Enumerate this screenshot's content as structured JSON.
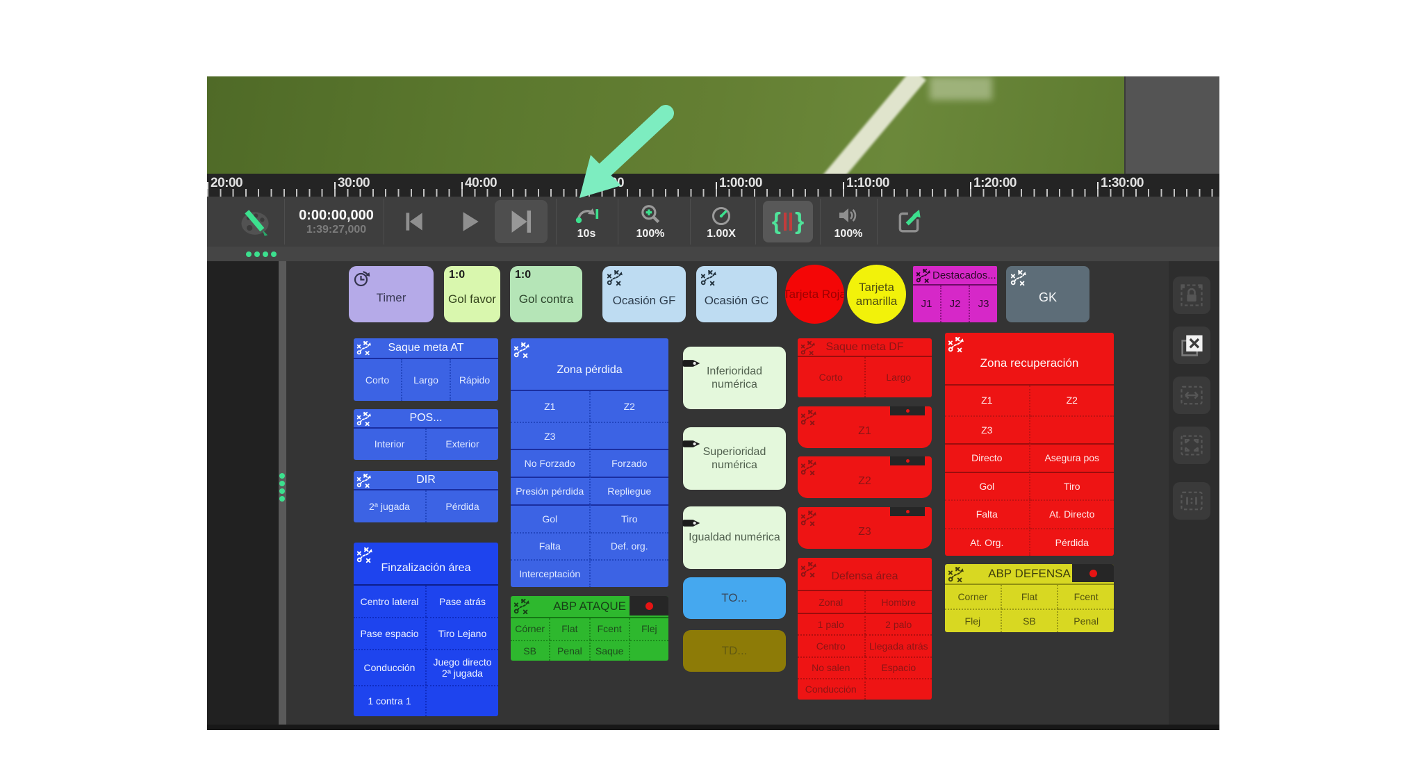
{
  "timeline": {
    "labels": [
      "20:00",
      "30:00",
      "40:00",
      "50:00",
      "1:00:00",
      "1:10:00",
      "1:20:00",
      "1:30:00"
    ]
  },
  "toolbar": {
    "current_time": "0:00:00,000",
    "duration": "1:39:27,000",
    "jump_label": "10s",
    "zoom_label": "100%",
    "speed_label": "1.00X",
    "volume_label": "100%"
  },
  "top_row": {
    "timer": {
      "label": "Timer"
    },
    "gol_favor": {
      "score": "1:0",
      "label": "Gol favor"
    },
    "gol_contra": {
      "score": "1:0",
      "label": "Gol contra"
    },
    "ocasion_gf": {
      "label": "Ocasión GF"
    },
    "ocasion_gc": {
      "label": "Ocasión GC"
    },
    "tarjeta_roja": {
      "label": "Tarjeta Roja"
    },
    "tarjeta_amarilla": {
      "label": "Tarjeta amarilla"
    },
    "destacados": {
      "title": "Destacados...",
      "cells": [
        "J1",
        "J2",
        "J3"
      ]
    },
    "gk": {
      "label": "GK"
    }
  },
  "panels": {
    "saque_meta_at": {
      "title": "Saque meta AT",
      "cells": [
        "Corto",
        "Largo",
        "Rápido"
      ]
    },
    "pos": {
      "title": "POS...",
      "cells": [
        "Interior",
        "Exterior"
      ]
    },
    "dir": {
      "title": "DIR",
      "cells": [
        "2ª jugada",
        "Pérdida"
      ]
    },
    "finzalizacion_area": {
      "title": "Finzalización área",
      "cells": [
        "Centro lateral",
        "Pase atrás",
        "Pase espacio",
        "Tiro Lejano",
        "Conducción",
        "Juego directo 2ª jugada",
        "1 contra 1"
      ]
    },
    "zona_perdida": {
      "title": "Zona pérdida",
      "cells": [
        "Z1",
        "Z2",
        "Z3",
        "No Forzado",
        "Forzado",
        "Presión pérdida",
        "Repliegue",
        "Gol",
        "Tiro",
        "Falta",
        "Def. org.",
        "Interceptación"
      ]
    },
    "abp_ataque": {
      "title": "ABP ATAQUE",
      "cells": [
        "Córner",
        "Flat",
        "Fcent",
        "Flej",
        "SB",
        "Penal",
        "Saque"
      ]
    },
    "inferioridad": {
      "label": "Inferioridad numérica"
    },
    "superioridad": {
      "label": "Superioridad numérica"
    },
    "igualdad": {
      "label": "Igualdad numérica"
    },
    "to": {
      "label": "TO..."
    },
    "td": {
      "label": "TD..."
    },
    "saque_meta_df": {
      "title": "Saque meta DF",
      "cells": [
        "Corto",
        "Largo"
      ]
    },
    "z1": {
      "label": "Z1"
    },
    "z2": {
      "label": "Z2"
    },
    "z3": {
      "label": "Z3"
    },
    "defensa_area": {
      "title": "Defensa área",
      "cells": [
        "Zonal",
        "Hombre",
        "1 palo",
        "2 palo",
        "Centro",
        "Llegada atrás",
        "No salen",
        "Espacio",
        "Conducción"
      ]
    },
    "zona_recuperacion": {
      "title": "Zona recuperación",
      "cells": [
        "Z1",
        "Z2",
        "Z3",
        "Directo",
        "Asegura pos",
        "Gol",
        "Tiro",
        "Falta",
        "At. Directo",
        "At. Org.",
        "Pérdida"
      ]
    },
    "abp_defensa": {
      "title": "ABP DEFENSA",
      "cells": [
        "Corner",
        "Flat",
        "Fcent",
        "Flej",
        "SB",
        "Penal"
      ]
    }
  },
  "colors": {
    "accent_green": "#3ce08e",
    "arrow_mint": "#7dedc0",
    "record_red": "#e61414",
    "blue_panel": "#3c63e4",
    "red_panel": "#ee1414",
    "green_panel": "#2eb82e",
    "yellow_panel": "#d8d822",
    "magenta_panel": "#d628c8"
  },
  "icons": {
    "toolbar": [
      "palette-pencil-icon",
      "prev-frame-icon",
      "play-icon",
      "next-frame-icon",
      "jump-10s-icon",
      "zoom-in-icon",
      "speed-gauge-icon",
      "loop-brackets-icon",
      "volume-icon",
      "detach-window-icon"
    ],
    "panels": [
      "tactics-icon",
      "tag-icon",
      "timer-clock-icon",
      "record-indicator"
    ],
    "sidebar": [
      "lock-selection-icon",
      "close-selection-icon",
      "fit-width-icon",
      "fit-all-icon",
      "actual-size-icon"
    ]
  }
}
